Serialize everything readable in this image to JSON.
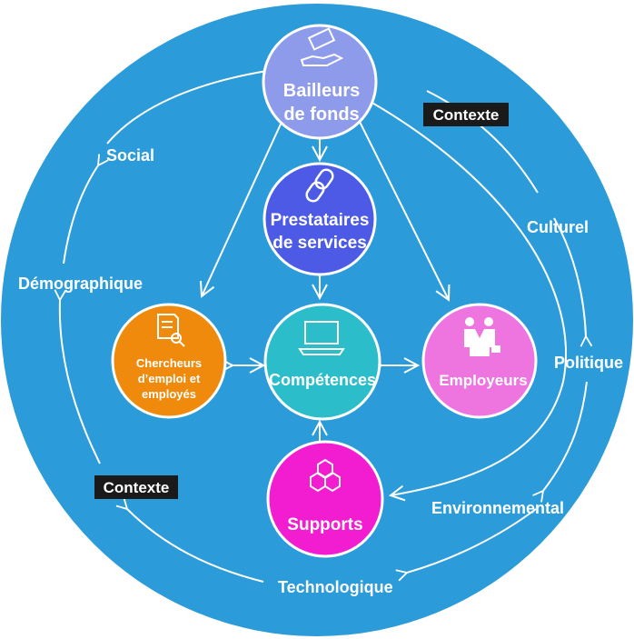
{
  "colors": {
    "background": "#2B9BD9",
    "funders": "#8E9BEA",
    "providers": "#4C5AE6",
    "skills": "#2BBDC9",
    "seekers": "#F08A0C",
    "employers": "#EE74E0",
    "supports": "#F21DD0",
    "badge": "#1A1A1A"
  },
  "nodes": {
    "funders": {
      "line1": "Bailleurs",
      "line2": "de fonds",
      "icon": "money-hand-icon"
    },
    "providers": {
      "line1": "Prestataires",
      "line2": "de services",
      "icon": "link-icon"
    },
    "skills": {
      "line1": "Compétences",
      "icon": "laptop-icon"
    },
    "seekers": {
      "line1": "Chercheurs",
      "line2": "d’emploi et",
      "line3": "employés",
      "icon": "document-search-icon"
    },
    "employers": {
      "line1": "Employeurs",
      "icon": "handshake-icon"
    },
    "supports": {
      "line1": "Supports",
      "icon": "hexagon-network-icon"
    }
  },
  "context": {
    "badge_top": "Contexte",
    "badge_bottom": "Contexte",
    "social": "Social",
    "demographique": "Démographique",
    "culturel": "Culturel",
    "politique": "Politique",
    "environnemental": "Environnemental",
    "technologique": "Technologique"
  }
}
